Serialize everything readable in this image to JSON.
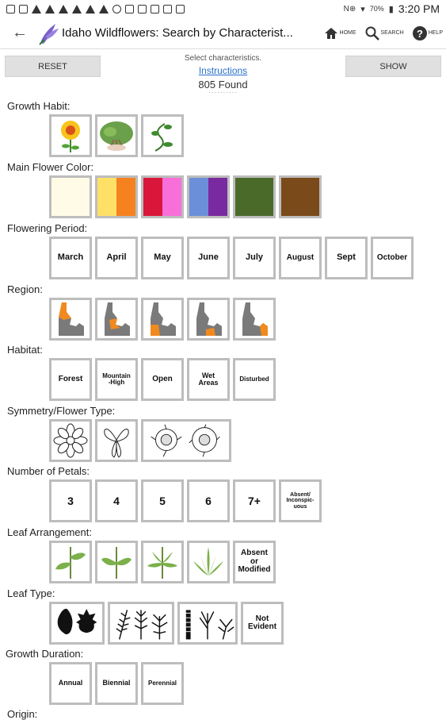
{
  "status_bar": {
    "time": "3:20 PM",
    "battery": "70%"
  },
  "app_bar": {
    "title": "Idaho Wildflowers: Search by Characterist...",
    "actions": [
      {
        "label": "HOME",
        "icon": "home-icon"
      },
      {
        "label": "SEARCH",
        "icon": "search-icon"
      },
      {
        "label": "HELP",
        "icon": "help-icon"
      }
    ]
  },
  "controls": {
    "reset_label": "RESET",
    "show_label": "SHOW",
    "instruction_text": "Select characteristics.",
    "instructions_link": "Instructions",
    "found_text": "805 Found",
    "dots": "··········"
  },
  "sections": {
    "growth_habit": {
      "label": "Growth Habit:"
    },
    "flower_color": {
      "label": "Main Flower Color:",
      "colors": [
        [
          "#fffbe6"
        ],
        [
          "#ffe066",
          "#f5821f"
        ],
        [
          "#d9173b",
          "#f86fd9"
        ],
        [
          "#6b8fd8",
          "#7a2aa0"
        ],
        [
          "#4a6a2a"
        ],
        [
          "#7a4a1a"
        ]
      ]
    },
    "flowering_period": {
      "label": "Flowering Period:",
      "options": [
        "March",
        "April",
        "May",
        "June",
        "July",
        "August",
        "Sept",
        "October"
      ]
    },
    "region": {
      "label": "Region:"
    },
    "habitat": {
      "label": "Habitat:",
      "options": [
        "Forest",
        "Mountain\n-High",
        "Open",
        "Wet\nAreas",
        "Disturbed"
      ]
    },
    "symmetry": {
      "label": "Symmetry/Flower Type:"
    },
    "petals": {
      "label": "Number of Petals:",
      "options": [
        "3",
        "4",
        "5",
        "6",
        "7+",
        "Absent/\nInconspic-\nuous"
      ]
    },
    "leaf_arrangement": {
      "label": "Leaf Arrangement:",
      "last_option": "Absent\nor\nModified"
    },
    "leaf_type": {
      "label": "Leaf Type:",
      "last_option": "Not\nEvident"
    },
    "growth_duration": {
      "label": "Growth Duration:",
      "options": [
        "Annual",
        "Biennial",
        "Perennial"
      ]
    },
    "origin": {
      "label": "Origin:"
    }
  }
}
